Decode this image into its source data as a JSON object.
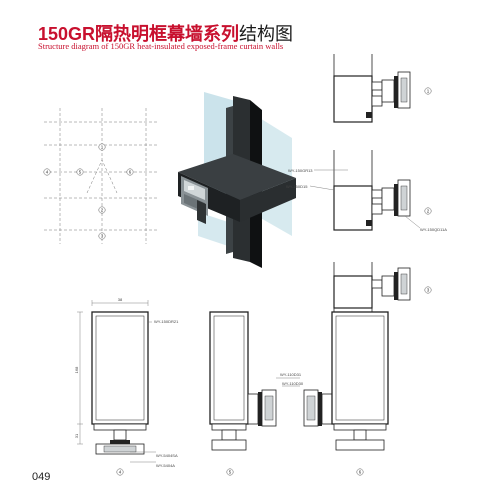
{
  "title": {
    "prefix": "150GR",
    "red_cn": "隔热明框幕墙系列",
    "black_cn": "结构图"
  },
  "subtitle": "Structure diagram of 150GR heat-insulated exposed-frame curtain walls",
  "page_number": "049",
  "grid_markers": [
    "1",
    "2",
    "3",
    "4",
    "5",
    "6"
  ],
  "profile_labels": {
    "wy_150gr13": "WY-150GR13",
    "wy_150d15": "WY-150D15",
    "wy_150qd11a": "WY-150QD11A",
    "wy_150dr21": "WY-150DR21",
    "wy_110d31": "WY-110D31",
    "wy_110d30": "WY-110D30",
    "wy_5404sa": "WY-5404SA",
    "wy_5404a": "WY-5404A"
  },
  "dimensions": {
    "width_top": "38",
    "height_main": "168",
    "height_bottom": "31"
  },
  "section_markers": [
    "1",
    "2",
    "3",
    "4",
    "5",
    "6"
  ]
}
